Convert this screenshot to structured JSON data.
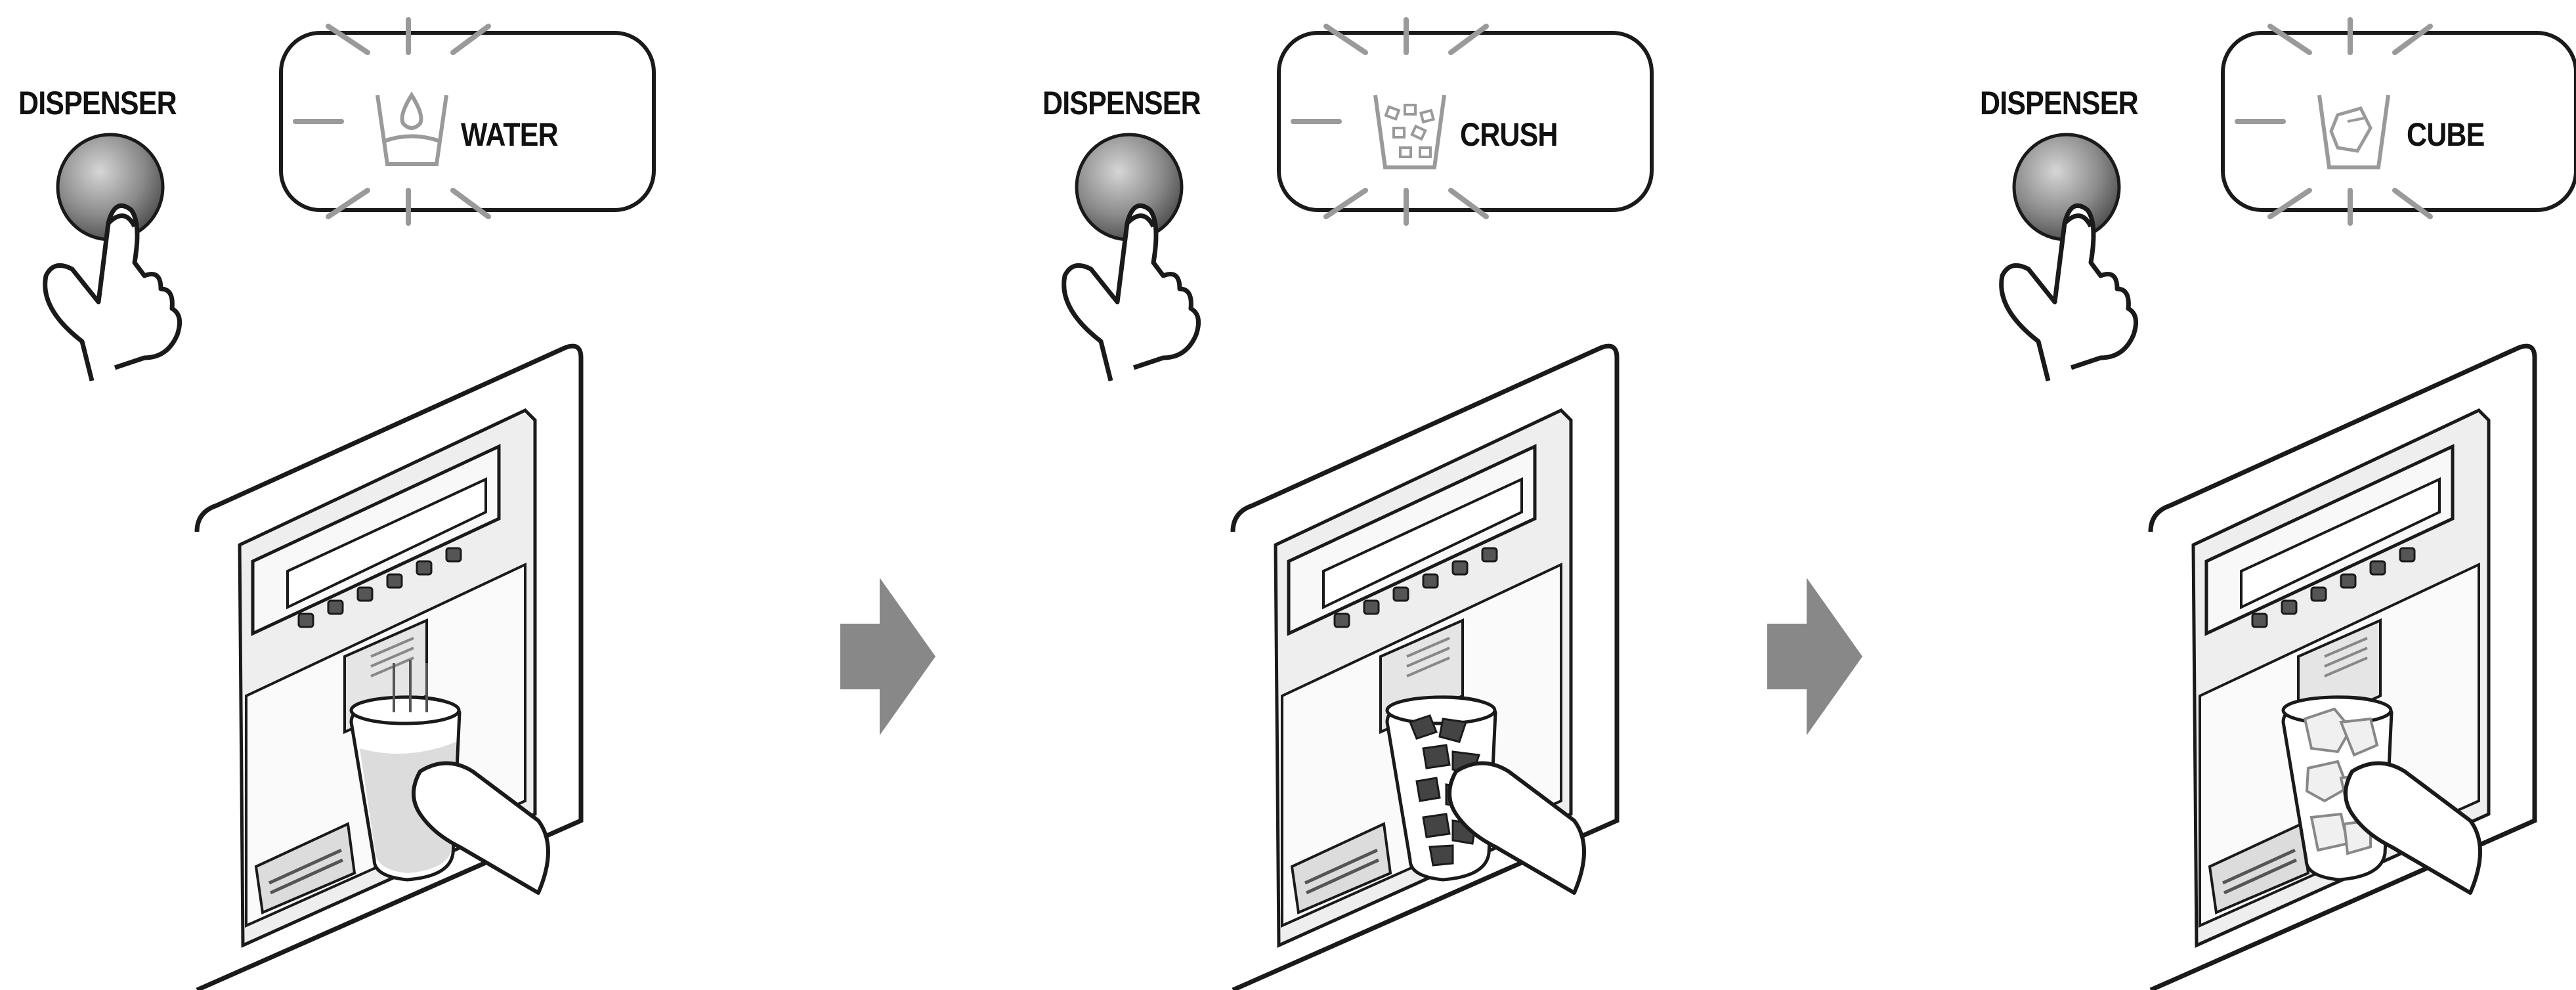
{
  "steps": [
    {
      "button_label": "DISPENSER",
      "mode_label": "WATER",
      "mode_icon": "water-drop-cup-icon",
      "dispensing": "water"
    },
    {
      "button_label": "DISPENSER",
      "mode_label": "CRUSH",
      "mode_icon": "crushed-ice-cup-icon",
      "dispensing": "crushed-ice"
    },
    {
      "button_label": "DISPENSER",
      "mode_label": "CUBE",
      "mode_icon": "ice-cube-cup-icon",
      "dispensing": "ice-cubes"
    }
  ],
  "colors": {
    "line": "#1a1a1a",
    "button": "#8a8a8a",
    "arrow": "#888888",
    "highlight_rays": "#9a9a9a"
  }
}
